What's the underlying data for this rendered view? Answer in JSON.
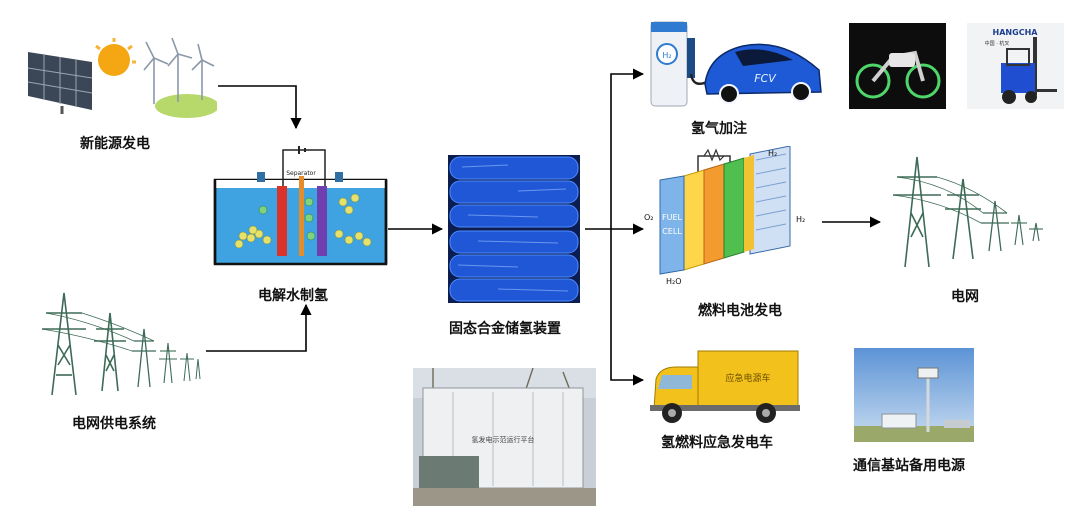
{
  "labels": {
    "renewable": "新能源发电",
    "grid_supply": "电网供电系统",
    "electrolysis": "电解水制氢",
    "storage": "固态合金储氢装置",
    "h2_refuel": "氢气加注",
    "fuel_cell": "燃料电池发电",
    "grid_out": "电网",
    "emergency_vehicle": "氢燃料应急发电车",
    "telecom_backup": "通信基站备用电源"
  },
  "image_text": {
    "electrolyzer_separator": "Separator",
    "fuel_cell_line1": "FUEL",
    "fuel_cell_line2": "CELL",
    "fc_o2": "O₂",
    "fc_h2_in": "H₂",
    "fc_h2_out": "H₂",
    "fc_h2o": "H₂O",
    "car_text": "FCV",
    "dispenser_text": "H₂",
    "forklift_brand": "HANGCHA",
    "forklift_sub": "中国 · 杭叉",
    "truck_text": "应急电源车",
    "container_text": "氢发电示范运行平台"
  },
  "colors": {
    "arrow": "#000000",
    "tower": "#3d6b57",
    "electrolyte": "#3ea3e0",
    "storage_blue": "#1f57d6"
  }
}
